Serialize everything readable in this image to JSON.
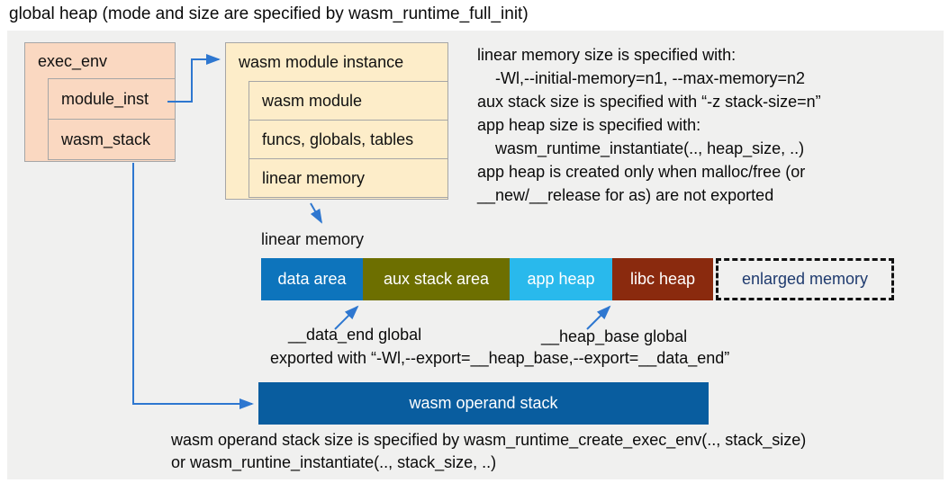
{
  "title": "global heap (mode and size are specified by wasm_runtime_full_init)",
  "exec_env": {
    "header": "exec_env",
    "children": [
      "module_inst",
      "wasm_stack"
    ]
  },
  "module_instance": {
    "header": "wasm module instance",
    "children": [
      "wasm module",
      "funcs, globals, tables",
      "linear memory"
    ]
  },
  "notes": {
    "lines": [
      "linear memory size is specified with:",
      "-Wl,--initial-memory=n1, --max-memory=n2",
      "aux stack size is specified with “-z stack-size=n”",
      "app heap size is specified with:",
      "wasm_runtime_instantiate(.., heap_size, ..)",
      "app heap is created only when malloc/free (or",
      "__new/__release for as) are not exported"
    ]
  },
  "linear_memory": {
    "label": "linear memory",
    "segments": [
      {
        "label": "data area",
        "color": "#0d74bc"
      },
      {
        "label": "aux stack area",
        "color": "#6d6f00"
      },
      {
        "label": "app heap",
        "color": "#29b9ec"
      },
      {
        "label": "libc heap",
        "color": "#8a2a0e"
      },
      {
        "label": "enlarged memory",
        "color": "#f0f0ef",
        "border": "dashed",
        "text_color": "#1e3a6e"
      }
    ]
  },
  "annotations": {
    "data_end": "__data_end global",
    "heap_base": "__heap_base global",
    "export_line": "exported with “-Wl,--export=__heap_base,--export=__data_end”"
  },
  "operand_stack": {
    "label": "wasm operand stack",
    "note_line1": "wasm operand stack size is specified by wasm_runtime_create_exec_env(.., stack_size)",
    "note_line2": "or wasm_runtine_instantiate(.., stack_size, ..)"
  },
  "colors": {
    "panel_background": "#f0f0ef",
    "exec_env_fill": "#fad8c1",
    "module_instance_fill": "#fdedc9",
    "box_border": "#a6a6a6",
    "operand_stack_fill": "#095d9f",
    "arrow_blue": "#2e77d0",
    "bar_text": "#ffffff"
  }
}
